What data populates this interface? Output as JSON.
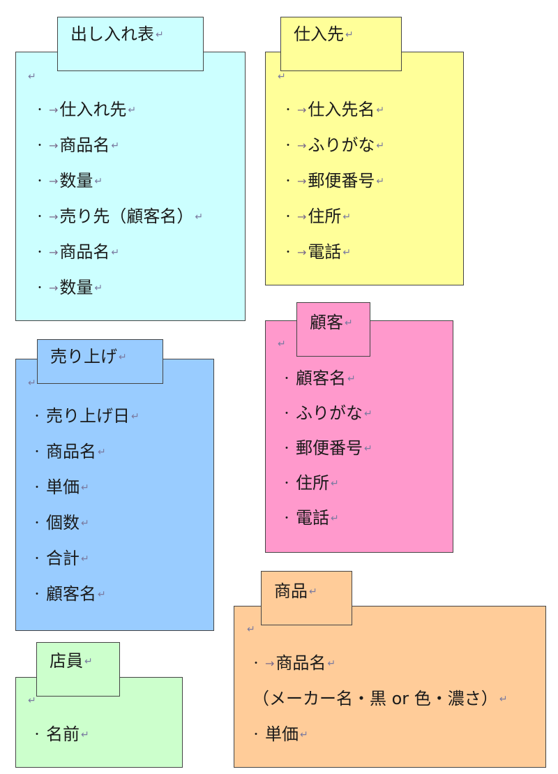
{
  "tables": {
    "dashiire": {
      "title": "出し入れ表",
      "items": [
        "仕入れ先",
        "商品名",
        "数量",
        "売り先（顧客名）",
        "商品名",
        "数量"
      ]
    },
    "shiiresaki": {
      "title": "仕入先",
      "items": [
        "仕入先名",
        "ふりがな",
        "郵便番号",
        "住所",
        "電話"
      ]
    },
    "uriage": {
      "title": "売り上げ",
      "items": [
        "売り上げ日",
        "商品名",
        "単価",
        "個数",
        "合計",
        "顧客名"
      ]
    },
    "kokyaku": {
      "title": "顧客",
      "items": [
        "顧客名",
        "ふりがな",
        "郵便番号",
        "住所",
        "電話"
      ]
    },
    "tenin": {
      "title": "店員",
      "items": [
        "名前"
      ]
    },
    "shohin": {
      "title": "商品",
      "items": [
        "商品名",
        "（メーカー名・黒 or 色・濃さ）",
        "単価"
      ]
    }
  },
  "colors": {
    "dashiire": "#ccffff",
    "shiiresaki": "#ffff99",
    "uriage": "#99ccff",
    "kokyaku": "#ff99cc",
    "tenin": "#ccffcc",
    "shohin": "#ffcc99"
  }
}
